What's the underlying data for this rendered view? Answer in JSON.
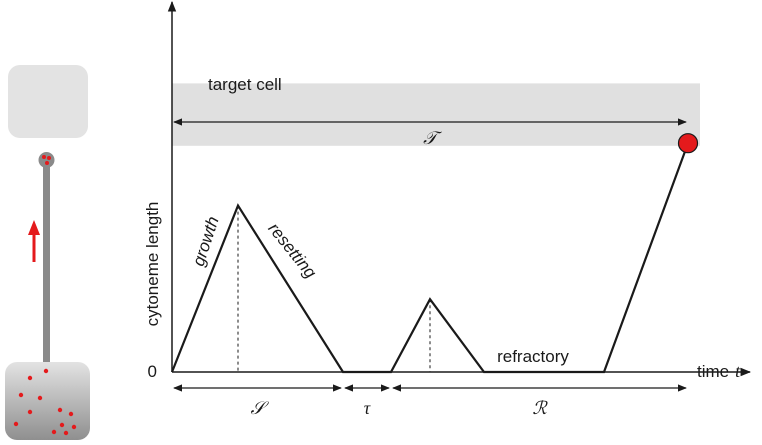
{
  "labels": {
    "y_axis": "cytoneme length",
    "origin": "0",
    "x_axis_word": "time",
    "x_axis_var": "t",
    "target_cell": "target cell",
    "growth": "growth",
    "resetting": "resetting",
    "refractory": "refractory",
    "interval_T": "𝒯",
    "interval_S": "𝒮",
    "interval_tau": "τ",
    "interval_R": "ℛ"
  },
  "colors": {
    "target_band": "#e0e0e0",
    "cell_box_top": "#e3e3e3",
    "cell_box_bottom": "#8f8f8f",
    "stalk": "#8a8a8a",
    "accent_red": "#e41a1c",
    "line": "#1a1a1a"
  },
  "chart_data": {
    "type": "line",
    "xlabel": "time t",
    "ylabel": "cytoneme length",
    "series": [
      {
        "points": [
          [
            0,
            0
          ],
          [
            1.1,
            6.4
          ],
          [
            2.85,
            0
          ],
          [
            3.65,
            0
          ],
          [
            4.3,
            2.8
          ],
          [
            5.2,
            0
          ],
          [
            7.2,
            0
          ],
          [
            8.6,
            8.8
          ]
        ]
      }
    ],
    "threshold_band": {
      "label": "target cell",
      "y_from": 8.7,
      "y_to": 11.1
    },
    "intervals": [
      {
        "label": "𝒮",
        "from": 0,
        "to": 2.85
      },
      {
        "label": "τ",
        "from": 2.85,
        "to": 3.65
      },
      {
        "label": "ℛ",
        "from": 3.65,
        "to": 8.6
      },
      {
        "label": "𝒯",
        "from": 0,
        "to": 8.6
      }
    ],
    "terminal_marker": {
      "x": 8.6,
      "y": 8.8,
      "color": "#e41a1c"
    }
  }
}
